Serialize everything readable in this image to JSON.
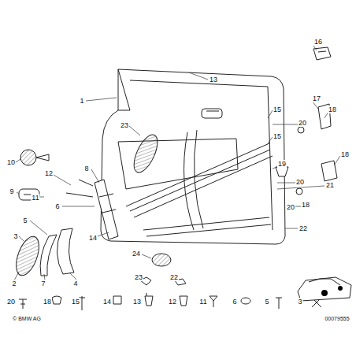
{
  "diagram": {
    "labels": [
      "16",
      "13",
      "1",
      "17",
      "18",
      "15",
      "20",
      "23",
      "15",
      "18",
      "10",
      "19",
      "8",
      "12",
      "20",
      "21",
      "9",
      "11",
      "6",
      "18",
      "20",
      "5",
      "22",
      "3",
      "14",
      "24",
      "2",
      "7",
      "4",
      "23",
      "22",
      "20",
      "18",
      "15",
      "14",
      "13",
      "12",
      "11",
      "6",
      "5",
      "3",
      "© BMW AG",
      "00079555"
    ]
  }
}
